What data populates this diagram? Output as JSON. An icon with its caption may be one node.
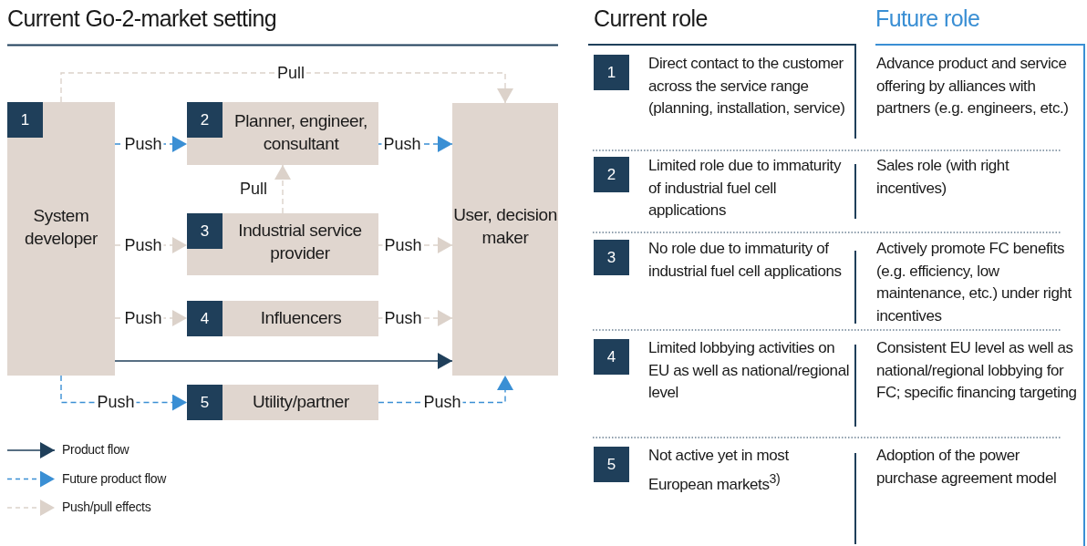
{
  "diagram": {
    "title": "Current Go-2-market setting",
    "nodes": [
      {
        "text": [
          "1",
          "System developer"
        ]
      },
      {
        "text": [
          "2",
          "Planner, engineer, consultant"
        ]
      },
      {
        "text": [
          "3",
          "Industrial service provider"
        ]
      },
      {
        "text": [
          "4",
          "Influencers"
        ]
      },
      {
        "text": [
          "5",
          "Utility/partner"
        ]
      },
      {
        "text": [
          "User, decision maker"
        ]
      }
    ],
    "edges": [
      {
        "from": 0,
        "to": 5,
        "arrow": "to",
        "label": "Pull",
        "style": "dashed"
      },
      {
        "from": 0,
        "to": 1,
        "arrow": "to",
        "label": "Push",
        "style": "dashed",
        "color": "#3a8fd4"
      },
      {
        "from": 1,
        "to": 5,
        "arrow": "to",
        "label": "Push",
        "style": "dashed",
        "color": "#3a8fd4"
      },
      {
        "from": 2,
        "to": 1,
        "arrow": "to",
        "label": "Pull",
        "style": "dashed"
      },
      {
        "from": 0,
        "to": 2,
        "arrow": "to",
        "label": "Push",
        "style": "dashed"
      },
      {
        "from": 2,
        "to": 5,
        "arrow": "to",
        "label": "Push",
        "style": "dashed"
      },
      {
        "from": 0,
        "to": 3,
        "arrow": "to",
        "label": "Push",
        "style": "dashed"
      },
      {
        "from": 3,
        "to": 5,
        "arrow": "to",
        "label": "Push",
        "style": "dashed"
      },
      {
        "from": 0,
        "to": 5,
        "arrow": "to",
        "color": "#1f3f5a"
      },
      {
        "from": 0,
        "to": 4,
        "arrow": "to",
        "label": "Push",
        "style": "dashed",
        "color": "#3a8fd4"
      },
      {
        "from": 4,
        "to": 5,
        "arrow": "to",
        "label": "Push",
        "style": "dashed",
        "color": "#3a8fd4"
      }
    ],
    "labels": [
      "Current role",
      "Future role",
      "1",
      "Direct contact to the customer across the service range (planning, installation, service)",
      "Advance product and service offering by alliances with partners (e.g. engineers, etc.)",
      "2",
      "Limited role due to immaturity of industrial fuel cell applications",
      "Sales role (with right incentives)",
      "3",
      "No role due to immaturity of industrial fuel cell applications",
      "Actively promote FC benefits (e.g. efficiency, low maintenance, etc.) under right incentives",
      "4",
      "Limited lobbying activities on EU as well as national/regional level",
      "Consistent EU level as well as national/regional lobbying for FC; specific financing targeting",
      "5",
      "Not active yet in most European markets$^{3)}$",
      "Adoption of the power purchase agreement model"
    ],
    "legend": [
      {
        "text": "Product flow"
      },
      {
        "text": "Future product flow"
      },
      {
        "text": "Push/pull effects"
      }
    ]
  }
}
